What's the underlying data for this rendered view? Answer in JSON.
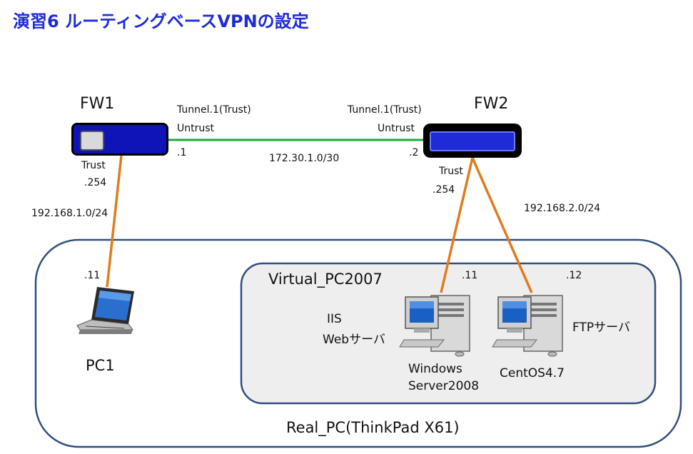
{
  "title": "演習6  ルーティングベースVPNの設定",
  "fw1": {
    "name": "FW1",
    "zone": "Trust",
    "ip_suffix": ".254"
  },
  "fw2": {
    "name": "FW2",
    "zone": "Trust",
    "ip_suffix": ".254"
  },
  "tunnel": {
    "left_iface": "Tunnel.1(Trust)",
    "right_iface": "Tunnel.1(Trust)",
    "left_zone": "Untrust",
    "right_zone": "Untrust",
    "left_ip": ".1",
    "right_ip": ".2",
    "subnet": "172.30.1.0/30"
  },
  "lan1": {
    "subnet": "192.168.1.0/24"
  },
  "lan2": {
    "subnet": "192.168.2.0/24"
  },
  "pc1": {
    "ip_suffix": ".11",
    "name": "PC1"
  },
  "virtual_pc": {
    "label": "Virtual_PC2007"
  },
  "real_pc": {
    "label": "Real_PC(ThinkPad X61)"
  },
  "windows_server": {
    "ip_suffix": ".11",
    "role_line1": "IIS",
    "role_line2": "Webサーバ",
    "name_line1": "Windows",
    "name_line2": "Server2008"
  },
  "centos": {
    "ip_suffix": ".12",
    "role": "FTPサーバ",
    "name": "CentOS4.7"
  },
  "colors": {
    "title": "#1f2bd6",
    "tunnel_link": "#1fa83a",
    "lan_link": "#e07b1e",
    "container_border": "#2f4f7f",
    "virtual_fill": "#eeeeee",
    "fw_blue": "#0f14b8"
  }
}
